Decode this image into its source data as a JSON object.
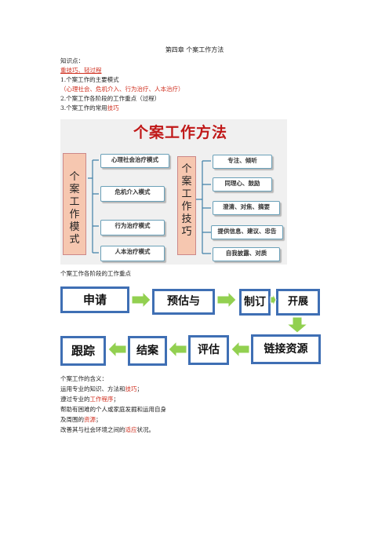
{
  "title": "第四章  个案工作方法",
  "knowledge_label": "知识点：",
  "key_line": "重技巧、轻过程",
  "items": [
    {
      "label": "1.个案工作的主要模式"
    },
    {
      "label": "（心理社会、危机介入、行为治疗、人本治疗）"
    },
    {
      "label": "2.个案工作各阶段的工作重点（过程）"
    },
    {
      "label_prefix": "3.个案工作的常用",
      "label_red": "技巧"
    }
  ],
  "mindmap": {
    "title": "个案工作方法",
    "left_center": "个案工作模式",
    "left_leaves": [
      "心理社会治疗模式",
      "危机介入模式",
      "行为治疗模式",
      "人本治疗模式"
    ],
    "right_center": "个案工作技巧",
    "right_leaves": [
      "专注、倾听",
      "同理心、鼓励",
      "澄清、对焦、摘要",
      "提供信息、建议、忠告",
      "自我披露、对质"
    ]
  },
  "flow_caption": "个案工作各阶段的工作重点",
  "flow": {
    "row1": [
      "申请",
      "预估与",
      "制订",
      "开展"
    ],
    "row2": [
      "跟踪",
      "结案",
      "评估",
      "链接资源"
    ],
    "colors": {
      "border": "#3f6fb4",
      "arrow": "#92d050"
    }
  },
  "meaning": {
    "heading": "个案工作的含义：",
    "l1_a": "运用专业的知识、方法和",
    "l1_red": "技巧",
    "l1_b": "；",
    "l2_a": "遵过专业的",
    "l2_red": "工作程序",
    "l2_b": "；",
    "l3": "帮助有困难的个人或家庭发掘和运用自身",
    "l4_a": "及周围的",
    "l4_red": "资源",
    "l4_b": "；",
    "l5_a": "改善其与社会环境之间的",
    "l5_red": "适应",
    "l5_b": "状况。"
  }
}
